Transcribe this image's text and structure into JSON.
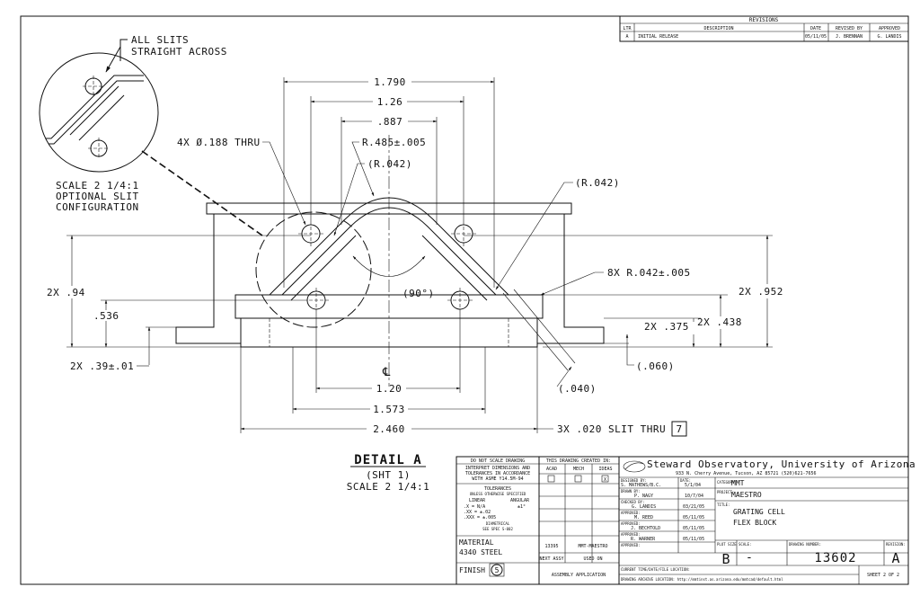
{
  "revisions": {
    "title": "REVISIONS",
    "headers": [
      "LTR",
      "DESCRIPTION",
      "DATE",
      "REVISED BY",
      "APPROVED"
    ],
    "rows": [
      [
        "A",
        "INITIAL RELEASE",
        "05/11/05",
        "J. BRENNAN",
        "G. LANDIS"
      ]
    ]
  },
  "notes": {
    "all_slits_1": "ALL SLITS",
    "all_slits_2": "STRAIGHT ACROSS",
    "scale_note_1": "SCALE 2 1/4:1",
    "scale_note_2": "OPTIONAL SLIT",
    "scale_note_3": "CONFIGURATION",
    "holes": "4X Ø.188 THRU",
    "slit_thru": "3X .020 SLIT THRU"
  },
  "dimensions": {
    "d1790": "1.790",
    "d126": "1.26",
    "d887": ".887",
    "r485": "R.485±.005",
    "r042a": "(R.042)",
    "r042b": "(R.042)",
    "r042_8x": "8X R.042±.005",
    "angle": "(90°)",
    "d94": "2X .94",
    "d536": ".536",
    "d39": "2X .39±.01",
    "d952": "2X .952",
    "d375": "2X .375",
    "d438": "2X .438",
    "d060": "(.060)",
    "d040": "(.040)",
    "d120": "1.20",
    "d1573": "1.573",
    "d2460": "2.460",
    "centerline": "℄",
    "slit_flag": "7"
  },
  "detail": {
    "title": "DETAIL A",
    "sheet": "(SHT 1)",
    "scale": "SCALE 2 1/4:1"
  },
  "title_block": {
    "do_not_scale": "DO NOT SCALE DRAWING",
    "interpret_1": "INTERPRET DIMENSIONS AND",
    "interpret_2": "TOLERANCES IN ACCORDANCE",
    "interpret_3": "WITH ASME Y14.5M-94",
    "tolerances": "TOLERANCES",
    "unless": "UNLESS OTHERWISE SPECIFIED",
    "linear": "LINEAR",
    "angular": "ANGULAR",
    "tol_x": ".X  = N/A",
    "tol_xx": ".XX  = ±.02",
    "tol_xxx": ".XXX = ±.005",
    "tol_ang": "±1°",
    "diametrical": "DIAMETRICAL",
    "see_spec": "SEE SPEC S-002",
    "created_in": "THIS DRAWING CREATED IN:",
    "acad": "ACAD",
    "mech": "MECH",
    "ideas": "IDEAS",
    "ideas_mark": "X",
    "material_label": "MATERIAL",
    "material": "4340 STEEL",
    "finish_label": "FINISH",
    "finish": "5",
    "next_assy_num": "13395",
    "used_on_val": "MMT-MAESTRO",
    "next_assy": "NEXT ASSY",
    "used_on": "USED ON",
    "assembly": "ASSEMBLY APPLICATION",
    "org": "Steward Observatory, University of Arizona",
    "address": "933 N. Cherry Avenue, Tucson, AZ  85721   (520)621-7656",
    "designed_label": "DESIGNED BY:",
    "designed": "S. MATHEWS/B.C.",
    "designed_date_label": "DATE:",
    "designed_date": "5/1/04",
    "drawn_label": "DRAWN BY:",
    "drawn": "P. NAGY",
    "drawn_date": "10/7/04",
    "checked_label": "CHECKED BY:",
    "checked": "G. LANDIS",
    "checked_date": "03/21/05",
    "approved1_label": "APPROVED:",
    "approved1": "M. REED",
    "approved1_date": "05/11/05",
    "approved2_label": "APPROVED:",
    "approved2": "J. BECHTOLD",
    "approved2_date": "05/11/05",
    "approved3_label": "APPROVED:",
    "approved3": "R. WARNER",
    "approved3_date": "05/11/05",
    "approved4_label": "APPROVED:",
    "category_label": "CATEGORY:",
    "category": "MMT",
    "project_label": "PROJECT:",
    "project": "MAESTRO",
    "title_label": "TITLE:",
    "title_1": "GRATING CELL",
    "title_2": "FLEX BLOCK",
    "size_label": "PLOT SIZE",
    "size": "B",
    "scale_label": "SCALE:",
    "scale": "-",
    "dwg_label": "DRAWING NUMBER:",
    "dwg": "13602",
    "rev_label": "REVISION:",
    "rev": "A",
    "location_label": "CURRENT TIME/DATE/FILE LOCATION:",
    "archive": "DRAWING ARCHIVE LOCATION: http://mmtinst.as.arizona.edu/mmtcad/default.html",
    "sheet": "SHEET 2 OF 2"
  }
}
